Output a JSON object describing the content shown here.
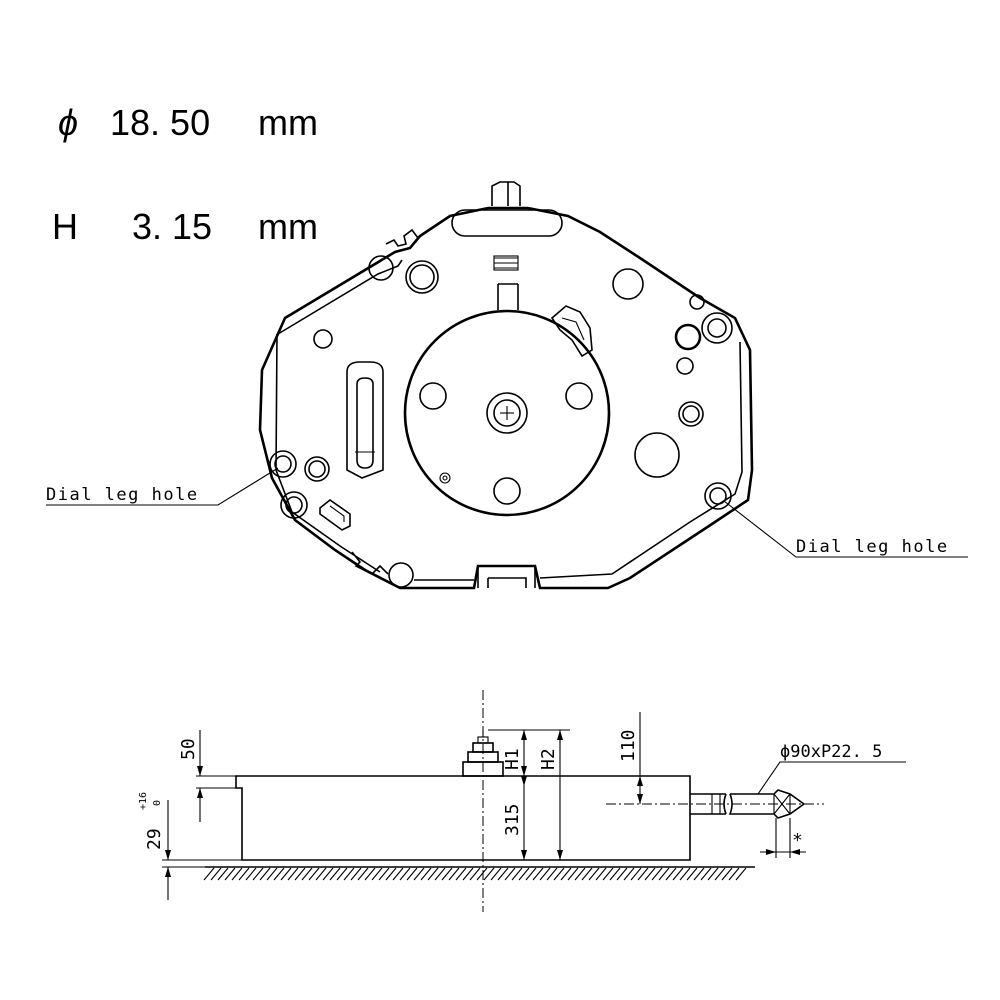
{
  "spec": {
    "diameter_symbol": "ϕ",
    "diameter_value": "18. 50",
    "diameter_unit": "mm",
    "height_symbol": "H",
    "height_value": "3. 15",
    "height_unit": "mm"
  },
  "labels": {
    "dial_leg_hole_left": "Dial leg hole",
    "dial_leg_hole_right": "Dial leg hole"
  },
  "side_view": {
    "dim_50": "50",
    "dim_29": "29",
    "dim_29_tol_upper": "+16",
    "dim_29_tol_lower": "0",
    "dim_h1": "H1",
    "dim_h2": "H2",
    "dim_315": "315",
    "dim_110": "110",
    "stem_spec": "ϕ90xP22. 5",
    "asterisk": "*"
  }
}
